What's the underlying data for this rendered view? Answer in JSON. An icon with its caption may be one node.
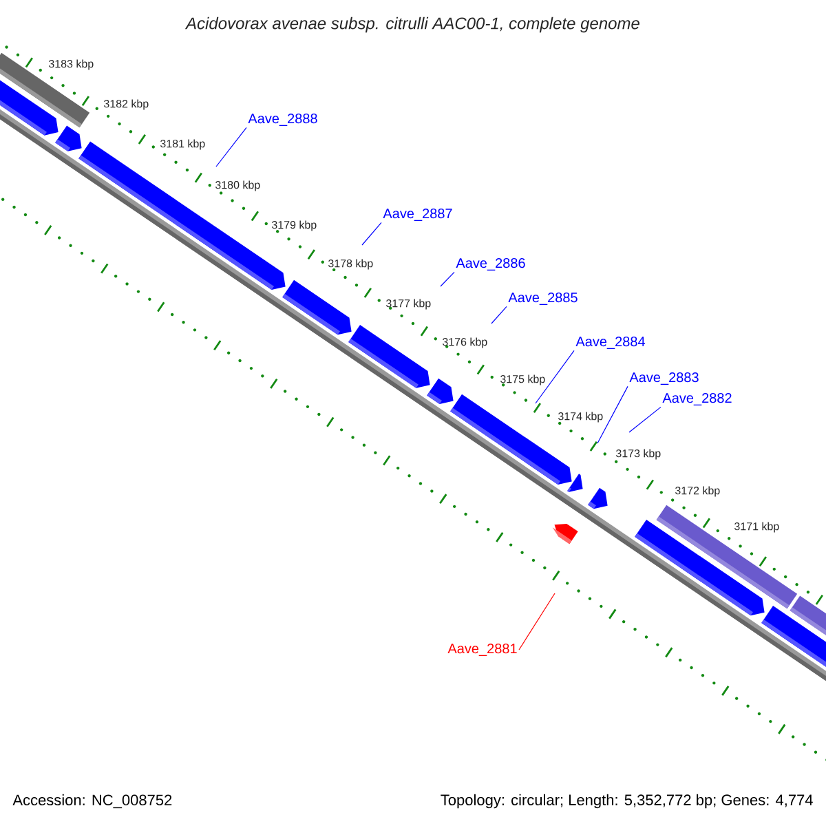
{
  "diagram": {
    "title": "Acidovorax avenae subsp. citrulli AAC00-1, complete genome",
    "nodes": [
      {
        "text": [
          "Aave_2888"
        ]
      },
      {
        "text": [
          "Aave_2887"
        ]
      },
      {
        "text": [
          "Aave_2886"
        ]
      },
      {
        "text": [
          "Aave_2885"
        ]
      },
      {
        "text": [
          "Aave_2884"
        ]
      },
      {
        "text": [
          "Aave_2883"
        ]
      },
      {
        "text": [
          "Aave_2882"
        ]
      },
      {
        "text": [
          "Aave_2881"
        ]
      }
    ],
    "edges": [
      {
        "from": 0,
        "to": null,
        "arrow": "none"
      },
      {
        "from": 1,
        "to": null,
        "arrow": "none"
      },
      {
        "from": 2,
        "to": null,
        "arrow": "none"
      },
      {
        "from": 3,
        "to": null,
        "arrow": "none"
      },
      {
        "from": 4,
        "to": null,
        "arrow": "none"
      },
      {
        "from": 5,
        "to": null,
        "arrow": "none"
      },
      {
        "from": 6,
        "to": null,
        "arrow": "none"
      },
      {
        "from": 7,
        "to": null,
        "arrow": "none",
        "color": "#ff0000"
      }
    ],
    "labels": [
      "3183 kbp",
      "3182 kbp",
      "3181 kbp",
      "3180 kbp",
      "3179 kbp",
      "3178 kbp",
      "3177 kbp",
      "3176 kbp",
      "3175 kbp",
      "3174 kbp",
      "3173 kbp",
      "3172 kbp",
      "3171 kbp",
      "Accession: NC_008752",
      "Topology: circular; Length: 5,352,772 bp; Genes: 4,774"
    ]
  }
}
